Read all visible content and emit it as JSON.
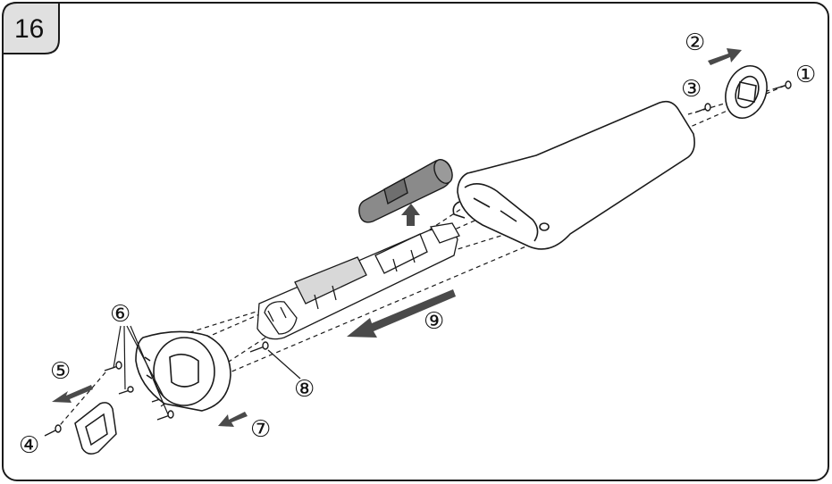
{
  "step_number": "16",
  "callouts": [
    "①",
    "②",
    "③",
    "④",
    "⑤",
    "⑥",
    "⑦",
    "⑧",
    "⑨"
  ],
  "colors": {
    "line": "#1a1a1a",
    "body_fill": "#ffffff",
    "battery_fill": "#8a8a8a",
    "arrow_fill": "#4a4a4a",
    "tab_fill": "#e0e0e0"
  },
  "icons": [
    "screw-icon",
    "arrow-icon",
    "battery-icon",
    "end-cap-icon",
    "handle-body-icon",
    "frame-icon",
    "head-cover-icon",
    "clip-icon"
  ]
}
